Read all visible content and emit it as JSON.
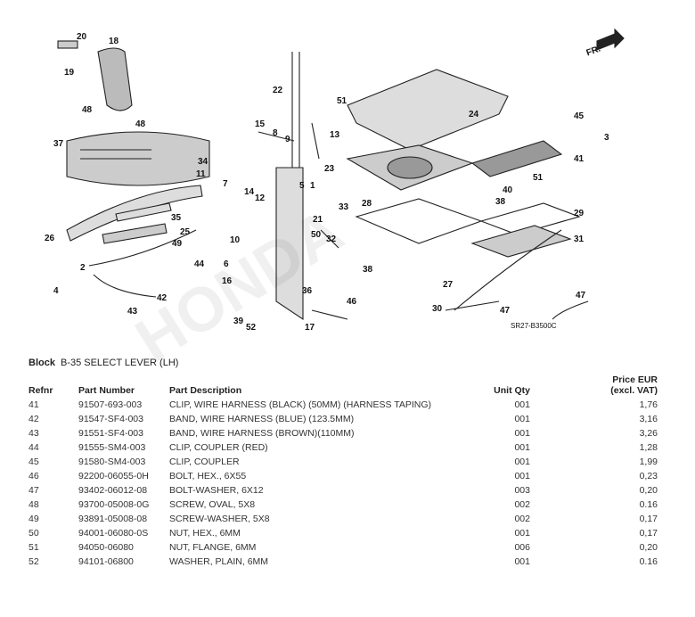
{
  "diagram": {
    "code": "SR27-B3500C",
    "front_label": "FR.",
    "callouts": [
      "20",
      "18",
      "19",
      "48",
      "48",
      "37",
      "34",
      "22",
      "24",
      "51",
      "45",
      "3",
      "15",
      "8",
      "9",
      "13",
      "23",
      "41",
      "11",
      "7",
      "14",
      "12",
      "5",
      "1",
      "40",
      "51",
      "35",
      "25",
      "26",
      "49",
      "33",
      "21",
      "28",
      "38",
      "29",
      "50",
      "32",
      "10",
      "44",
      "2",
      "6",
      "31",
      "4",
      "16",
      "36",
      "38",
      "27",
      "47",
      "46",
      "42",
      "30",
      "47",
      "43",
      "39",
      "52",
      "17"
    ]
  },
  "block": {
    "label": "Block",
    "value": "B-35 SELECT LEVER (LH)"
  },
  "table": {
    "headers": {
      "refnr": "Refnr",
      "part_number": "Part Number",
      "description": "Part Description",
      "unit_qty": "Unit Qty",
      "price_line1": "Price EUR",
      "price_line2": "(excl. VAT)"
    },
    "rows": [
      {
        "ref": "41",
        "pn": "91507-693-003",
        "desc": "CLIP, WIRE HARNESS (BLACK) (50MM) (HARNESS TAPING)",
        "qty": "001",
        "price": "1,76"
      },
      {
        "ref": "42",
        "pn": "91547-SF4-003",
        "desc": "BAND, WIRE HARNESS (BLUE) (123.5MM)",
        "qty": "001",
        "price": "3,16"
      },
      {
        "ref": "43",
        "pn": "91551-SF4-003",
        "desc": "BAND, WIRE HARNESS (BROWN)(110MM)",
        "qty": "001",
        "price": "3,26"
      },
      {
        "ref": "44",
        "pn": "91555-SM4-003",
        "desc": "CLIP, COUPLER (RED)",
        "qty": "001",
        "price": "1,28"
      },
      {
        "ref": "45",
        "pn": "91580-SM4-003",
        "desc": "CLIP, COUPLER",
        "qty": "001",
        "price": "1,99"
      },
      {
        "ref": "46",
        "pn": "92200-06055-0H",
        "desc": "BOLT, HEX., 6X55",
        "qty": "001",
        "price": "0,23"
      },
      {
        "ref": "47",
        "pn": "93402-06012-08",
        "desc": "BOLT-WASHER, 6X12",
        "qty": "003",
        "price": "0,20"
      },
      {
        "ref": "48",
        "pn": "93700-05008-0G",
        "desc": "SCREW, OVAL, 5X8",
        "qty": "002",
        "price": "0.16"
      },
      {
        "ref": "49",
        "pn": "93891-05008-08",
        "desc": "SCREW-WASHER, 5X8",
        "qty": "002",
        "price": "0,17"
      },
      {
        "ref": "50",
        "pn": "94001-06080-0S",
        "desc": "NUT, HEX., 6MM",
        "qty": "001",
        "price": "0,17"
      },
      {
        "ref": "51",
        "pn": "94050-06080",
        "desc": "NUT, FLANGE, 6MM",
        "qty": "006",
        "price": "0,20"
      },
      {
        "ref": "52",
        "pn": "94101-06800",
        "desc": "WASHER, PLAIN, 6MM",
        "qty": "001",
        "price": "0.16"
      }
    ]
  }
}
